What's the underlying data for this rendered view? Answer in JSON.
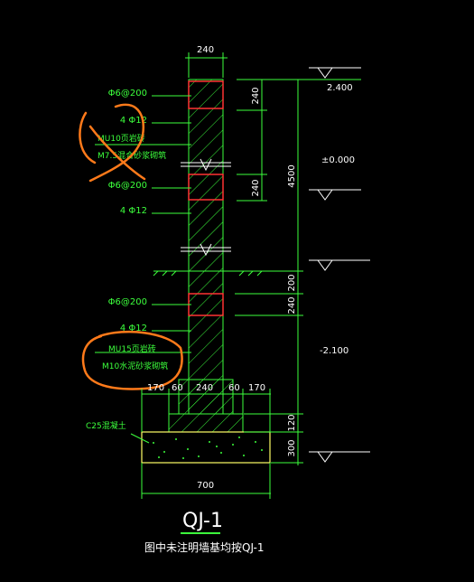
{
  "drawing": {
    "title": "QJ-1",
    "note": "图中未注明墙基均按QJ-1",
    "top_width": "240",
    "rebar": {
      "stirrup_1": "Φ6@200",
      "long_1": "4 Φ12",
      "stirrup_2": "Φ6@200",
      "long_2": "4 Φ12",
      "stirrup_3": "Φ6@200",
      "long_3": "4 Φ12"
    },
    "materials": {
      "upper_brick": "MU10页岩砖",
      "upper_mortar": "M7.5混合砂浆砌筑",
      "lower_brick": "MU15页岩砖",
      "lower_mortar": "M10水泥砂浆砌筑",
      "concrete": "C25混凝土"
    },
    "right_dims": {
      "beam_1": "240",
      "beam_2": "240",
      "total": "4500",
      "seg_200": "200",
      "seg_240": "240",
      "footing_120": "120",
      "footing_300": "300"
    },
    "elevations": {
      "top": "2.400",
      "zero": "±0.000",
      "bottom": "-2.100"
    },
    "bottom_dims": {
      "d1": "170",
      "d2": "60",
      "d3": "240",
      "d4": "60",
      "d5": "170",
      "total": "700"
    }
  }
}
